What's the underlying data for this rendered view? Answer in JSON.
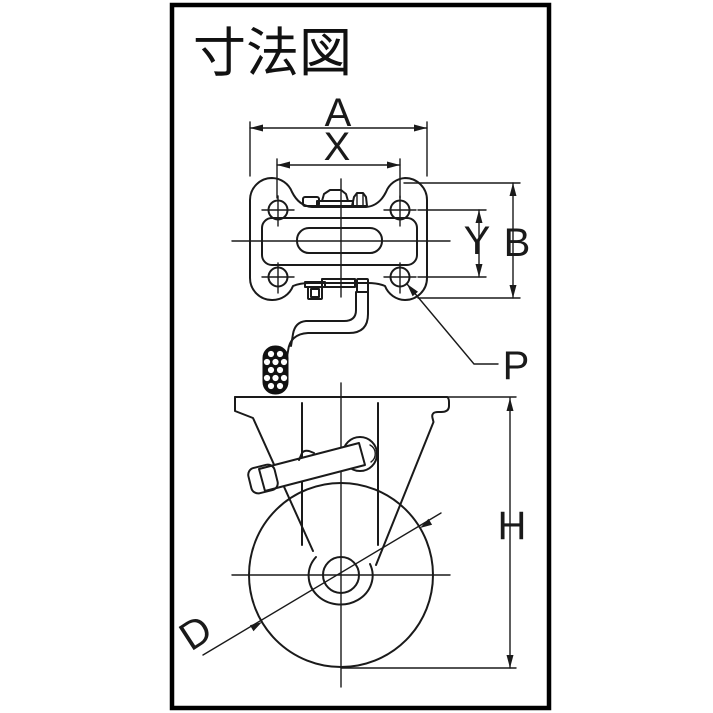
{
  "title": "寸法図",
  "dimension_labels": {
    "A": "A",
    "X": "X",
    "Y": "Y",
    "B": "B",
    "P": "P",
    "H": "H",
    "D": "D"
  },
  "colors": {
    "background": "#ffffff",
    "frame": "#000000",
    "line": "#1a1a1a",
    "pedal_fill": "#111111"
  }
}
